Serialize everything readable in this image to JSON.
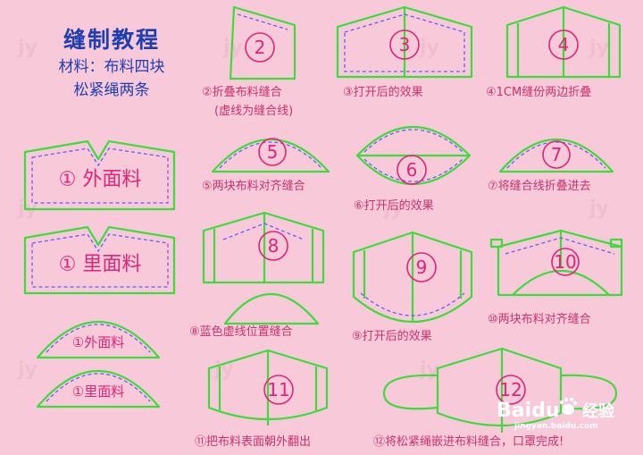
{
  "header": {
    "title": "缝制教程",
    "materials": "材料：布料四块",
    "strings": "松紧绳两条"
  },
  "pieces": {
    "outer": "① 外面料",
    "inner": "① 里面料",
    "outer_small": "①外面料",
    "inner_small": "①里面料"
  },
  "steps": [
    {
      "num": "2",
      "caption": "②折叠布料缝合",
      "caption2": "(虚线为缝合线)"
    },
    {
      "num": "3",
      "caption": "③打开后的效果"
    },
    {
      "num": "4",
      "caption": "④1CM缝份两边折叠"
    },
    {
      "num": "5",
      "caption": "⑤两块布料对齐缝合"
    },
    {
      "num": "6",
      "caption": "⑥打开后的效果"
    },
    {
      "num": "7",
      "caption": "⑦将缝合线折叠进去"
    },
    {
      "num": "8",
      "caption": "⑧蓝色虚线位置缝合"
    },
    {
      "num": "9",
      "caption": "⑨打开后的效果"
    },
    {
      "num": "10",
      "caption": "⑩两块布料对齐缝合"
    },
    {
      "num": "11",
      "caption": "⑪把布料表面朝外翻出"
    },
    {
      "num": "12",
      "caption": "⑫将松紧绳嵌进布料缝合，口罩完成!"
    }
  ],
  "watermark": {
    "brand": "Baidu",
    "label": "经验",
    "url": "jingyan.baidu.com"
  },
  "colors": {
    "bg": "#f7c9d9",
    "outline": "#3ddc3d",
    "seam": "#6a5cff",
    "circle": "#e0247a",
    "caption": "#c8326f",
    "title": "#1f3fb0"
  }
}
